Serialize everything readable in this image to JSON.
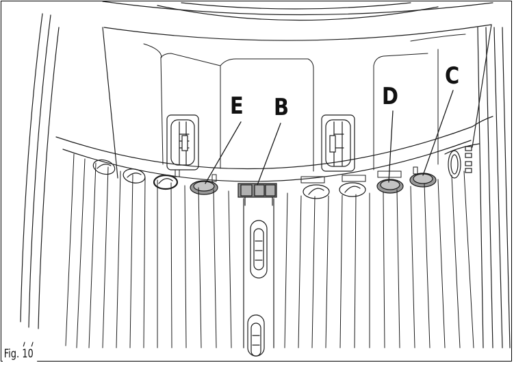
{
  "figure": {
    "caption": "Fig. 10",
    "labels": {
      "e": "E",
      "b": "B",
      "d": "D",
      "c": "C"
    }
  }
}
